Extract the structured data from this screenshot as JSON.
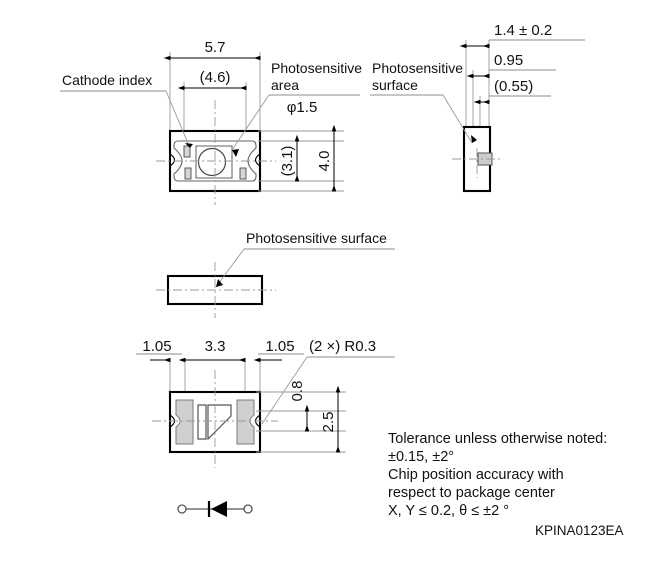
{
  "drawing": {
    "part_code": "KPINA0123EA",
    "views": {
      "top": {
        "name": "top-view",
        "labels": {
          "cathode_index": "Cathode index",
          "photosensitive_area_line1": "Photosensitive",
          "photosensitive_area_line2": "area"
        },
        "dimensions": {
          "overall_width": "5.7",
          "inner_width": "(4.6)",
          "aperture_diameter": "φ1.5",
          "inner_height": "(3.1)",
          "overall_height": "4.0"
        }
      },
      "side": {
        "name": "side-view",
        "labels": {
          "photosensitive_surface_line1": "Photosensitive",
          "photosensitive_surface_line2": "surface"
        },
        "dimensions": {
          "thickness": "1.4 ± 0.2",
          "offset_a": "0.95",
          "offset_b": "(0.55)"
        }
      },
      "front": {
        "name": "front-view",
        "labels": {
          "photosensitive_surface": "Photosensitive surface"
        }
      },
      "bottom": {
        "name": "bottom-view",
        "dimensions": {
          "pad_left": "1.05",
          "gap_middle": "3.3",
          "pad_right": "1.05",
          "radius_note": "(2 ×) R0.3",
          "pad_height": "0.8",
          "body_height": "2.5"
        }
      },
      "symbol": {
        "name": "diode-symbol-view"
      }
    },
    "notes": {
      "line1": "Tolerance unless otherwise noted:",
      "line2": "±0.15, ±2°",
      "line3": "Chip position accuracy with",
      "line4": "respect to package center",
      "line5": "X, Y ≤ 0.2, θ ≤ ±2 °"
    },
    "colors": {
      "ink": "#111111",
      "outline": "#000000",
      "pad": "#d0d0d0",
      "construction": "#9a9a9a",
      "background": "#ffffff"
    }
  }
}
